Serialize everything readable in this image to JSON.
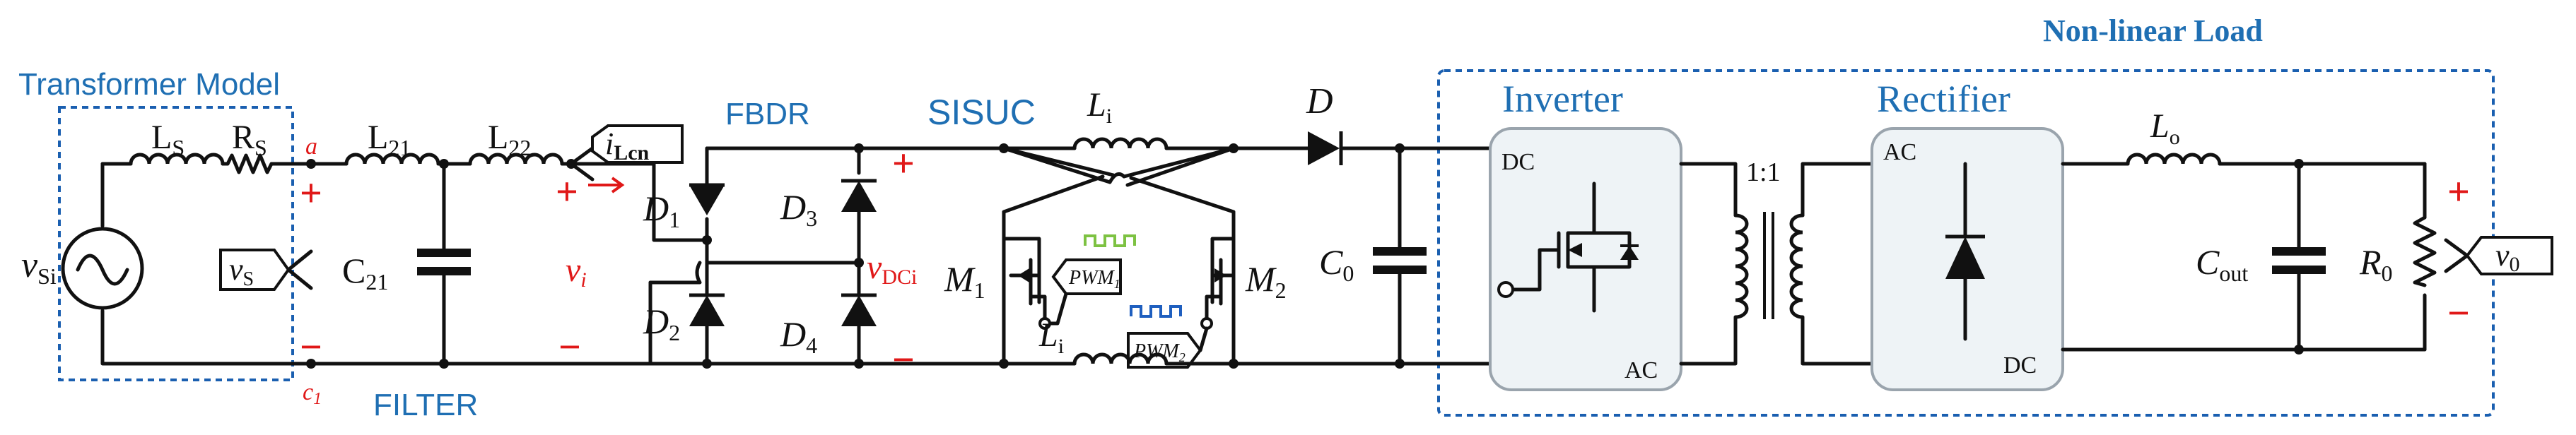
{
  "sections": {
    "transformer_model": "Transformer Model",
    "filter": "FILTER",
    "fbdr": "FBDR",
    "sisuc": "SISUC",
    "non_linear_load": "Non-linear Load",
    "inverter": "Inverter",
    "rectifier": "Rectifier"
  },
  "components": {
    "ls": {
      "base": "L",
      "sub": "S"
    },
    "rs": {
      "base": "R",
      "sub": "S"
    },
    "l21": {
      "base": "L",
      "sub": "21"
    },
    "l22": {
      "base": "L",
      "sub": "22"
    },
    "c21": {
      "base": "C",
      "sub": "21"
    },
    "vsi": {
      "base": "v",
      "sub": "Si"
    },
    "vs_probe": {
      "base": "v",
      "sub": "S"
    },
    "ilcn_probe": {
      "base": "i",
      "sub": "Lcn"
    },
    "d1": {
      "base": "D",
      "sub": "1"
    },
    "d2": {
      "base": "D",
      "sub": "2"
    },
    "d3": {
      "base": "D",
      "sub": "3"
    },
    "d4": {
      "base": "D",
      "sub": "4"
    },
    "li_top": {
      "base": "L",
      "sub": "i"
    },
    "li_bottom": {
      "base": "L",
      "sub": "i"
    },
    "m1": {
      "base": "M",
      "sub": "1"
    },
    "m2": {
      "base": "M",
      "sub": "2"
    },
    "pwm1": {
      "base": "PWM",
      "sub": "1"
    },
    "pwm2": {
      "base": "PWM",
      "sub": "2"
    },
    "d_out": {
      "base": "D",
      "sub": ""
    },
    "c0": {
      "base": "C",
      "sub": "0"
    },
    "lo": {
      "base": "L",
      "sub": "o"
    },
    "cout": {
      "base": "C",
      "sub": "out"
    },
    "r0": {
      "base": "R",
      "sub": "0"
    },
    "v0_probe": {
      "base": "v",
      "sub": "0"
    },
    "transformer_ratio": "1:1"
  },
  "box_labels": {
    "inverter_in": "DC",
    "inverter_out": "AC",
    "rectifier_in": "AC",
    "rectifier_out": "DC"
  },
  "annotations": {
    "node_a": "a",
    "node_c": {
      "base": "c",
      "sub": "1"
    },
    "vi": {
      "base": "v",
      "sub": "i"
    },
    "vdci": {
      "base": "v",
      "sub": "DCi"
    },
    "plus": "+",
    "minus": "−"
  },
  "colors": {
    "wire": "#111111",
    "annotation_red": "#e01818",
    "section_blue": "#1f6fb3",
    "dashed_border": "#1a5fb0",
    "box_fill": "#eef3f6",
    "pwm1_waveform": "#7dc242",
    "pwm2_waveform": "#1f5fbf"
  }
}
